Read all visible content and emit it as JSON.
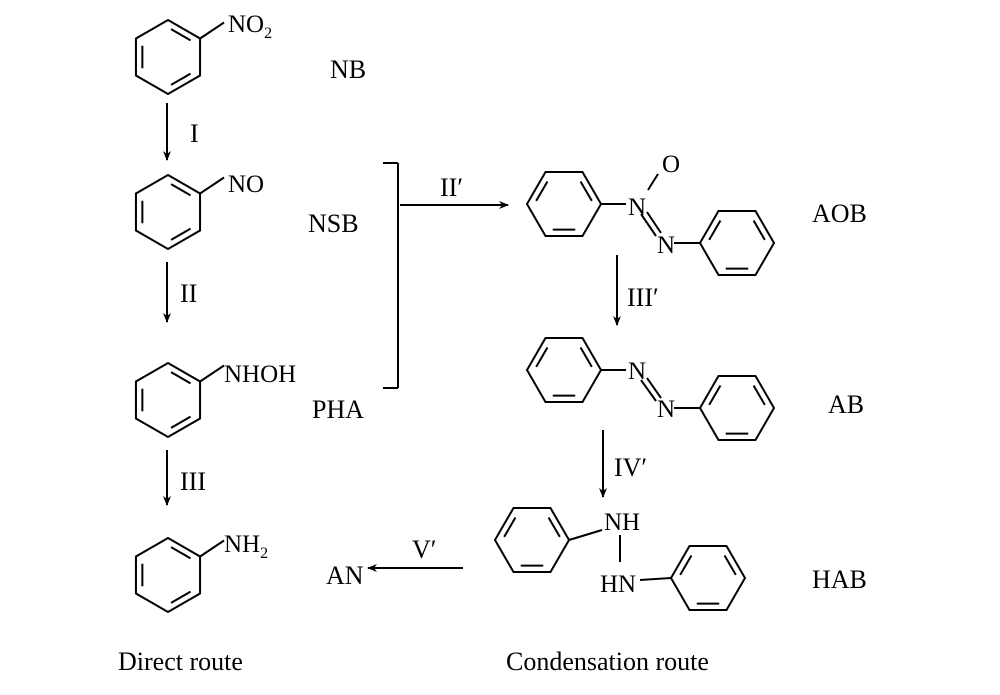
{
  "compounds": {
    "nb": {
      "abbr": "NB",
      "group": "NO",
      "sub": "2"
    },
    "nsb": {
      "abbr": "NSB",
      "group": "NO"
    },
    "pha": {
      "abbr": "PHA",
      "group": "NHOH"
    },
    "an": {
      "abbr": "AN",
      "group": "NH",
      "sub": "2"
    },
    "aob": {
      "abbr": "AOB",
      "n1": "N",
      "n2": "N",
      "o": "O"
    },
    "ab": {
      "abbr": "AB",
      "n1": "N",
      "n2": "N"
    },
    "hab": {
      "abbr": "HAB",
      "nh1": "NH",
      "nh2": "HN"
    }
  },
  "steps": {
    "s1": "I",
    "s2": "II",
    "s3": "III",
    "s2p": "II′",
    "s3p": "III′",
    "s4p": "IV′",
    "s5p": "V′"
  },
  "captions": {
    "direct": "Direct route",
    "condensation": "Condensation route"
  },
  "an_product": "AN"
}
